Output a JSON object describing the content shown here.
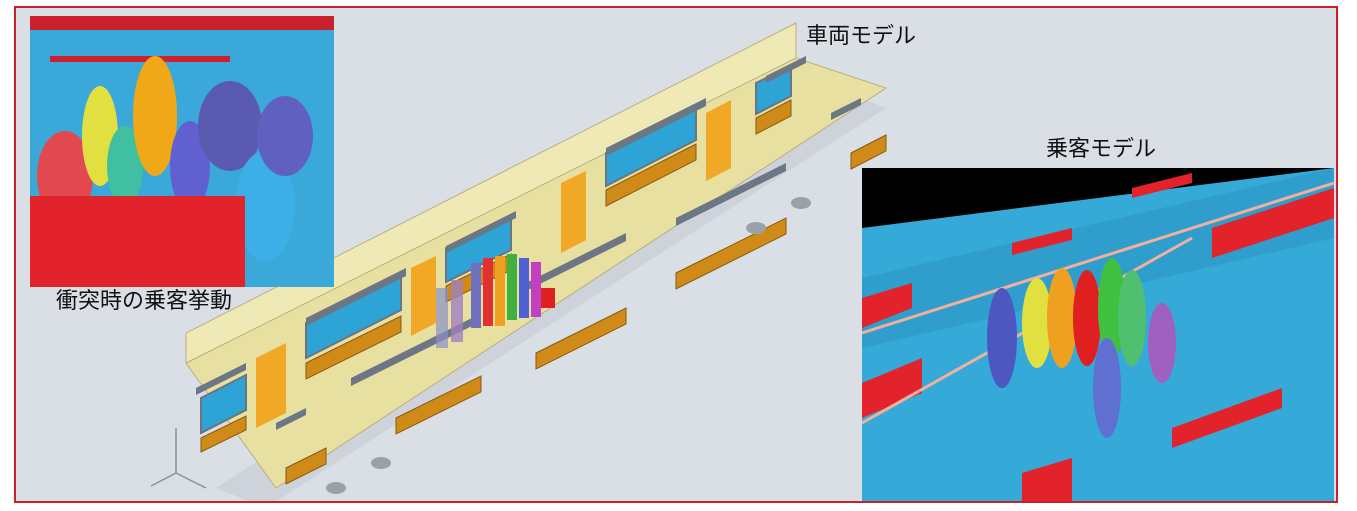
{
  "labels": {
    "vehicle_model": "車両モデル",
    "passenger_model": "乗客モデル",
    "collision_behavior": "衝突時の乗客挙動"
  },
  "colors": {
    "frame_border": "#c8202c",
    "background": "#dadfe5",
    "car_body": "#ece6a8",
    "seat": "#d08a18",
    "door": "#f3a21a",
    "window": "#2ea3d6",
    "inset_cabin": "#35a9d8",
    "inset_seat": "#e3232b"
  }
}
